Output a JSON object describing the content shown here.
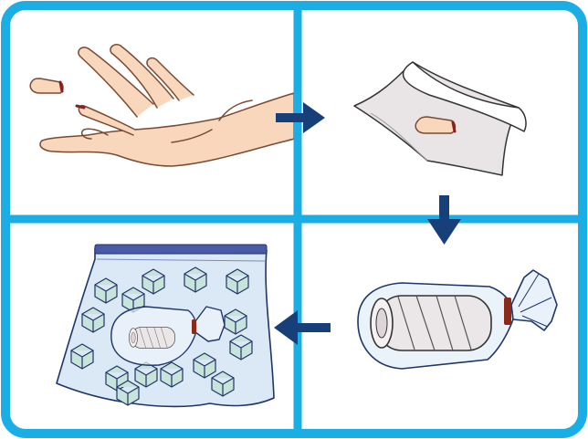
{
  "panels": [
    {
      "step": 1,
      "subject": "hand-with-severed-fingertip",
      "position": "top-left"
    },
    {
      "step": 2,
      "subject": "fingertip-on-moist-gauze",
      "position": "top-right"
    },
    {
      "step": 3,
      "subject": "wrapped-fingertip-in-sealed-plastic-bag",
      "position": "bottom-right"
    },
    {
      "step": 4,
      "subject": "sealed-bag-in-zip-bag-with-ice",
      "position": "bottom-left"
    }
  ],
  "arrows": [
    {
      "from": 1,
      "to": 2,
      "direction": "right"
    },
    {
      "from": 2,
      "to": 3,
      "direction": "down"
    },
    {
      "from": 3,
      "to": 4,
      "direction": "left"
    }
  ],
  "colors": {
    "frame": "#1aaee4",
    "arrow": "#17407a",
    "skin": "#f8d7bd",
    "skin_outline": "#7a4a32",
    "wound": "#8a1f1f",
    "bag_ink": "#1f3566",
    "bag_fill": "#dbe9f6",
    "zip_strip": "#4a5aa6",
    "gauze": "#ffffff",
    "gauze_shade": "#e9e4e6",
    "tie": "#8a2a1a"
  },
  "icons": [
    "hand-icon",
    "fingertip-icon",
    "gauze-icon",
    "wrapped-fingertip-icon",
    "plastic-bag-icon",
    "ice-cube-icon",
    "zip-bag-icon",
    "arrow-right-icon",
    "arrow-down-icon",
    "arrow-left-icon"
  ]
}
